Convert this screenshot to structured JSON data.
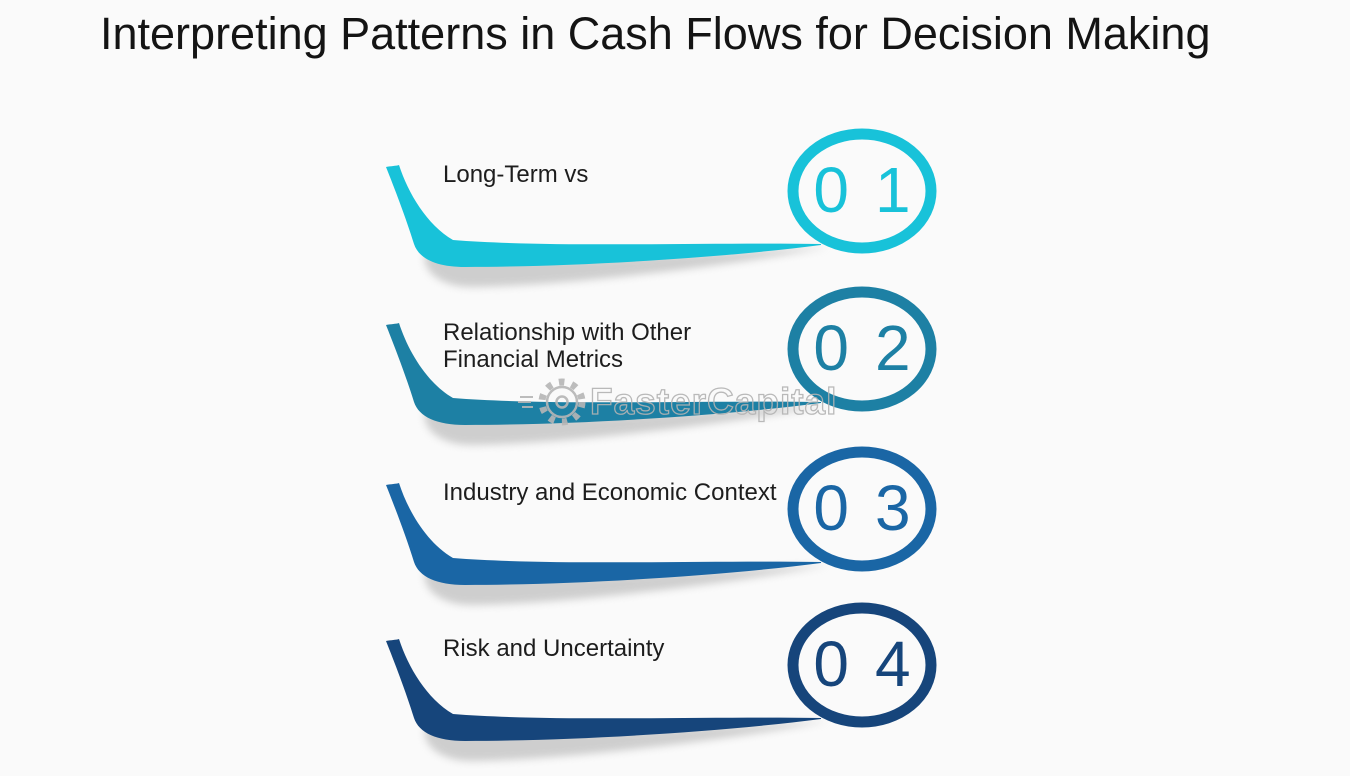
{
  "title": "Interpreting Patterns in Cash Flows for Decision Making",
  "watermark": {
    "text": "FasterCapital",
    "icon": "gear-icon",
    "color": "#b3b3b3"
  },
  "items": [
    {
      "number": "01",
      "lines": [
        "Long-Term vs"
      ],
      "color": "#18c2d9"
    },
    {
      "number": "02",
      "lines": [
        "Relationship with Other",
        "Financial Metrics"
      ],
      "color": "#1d80a4"
    },
    {
      "number": "03",
      "lines": [
        "Industry and Economic Context"
      ],
      "color": "#1a66a5"
    },
    {
      "number": "04",
      "lines": [
        "Risk and Uncertainty"
      ],
      "color": "#16457b"
    }
  ]
}
